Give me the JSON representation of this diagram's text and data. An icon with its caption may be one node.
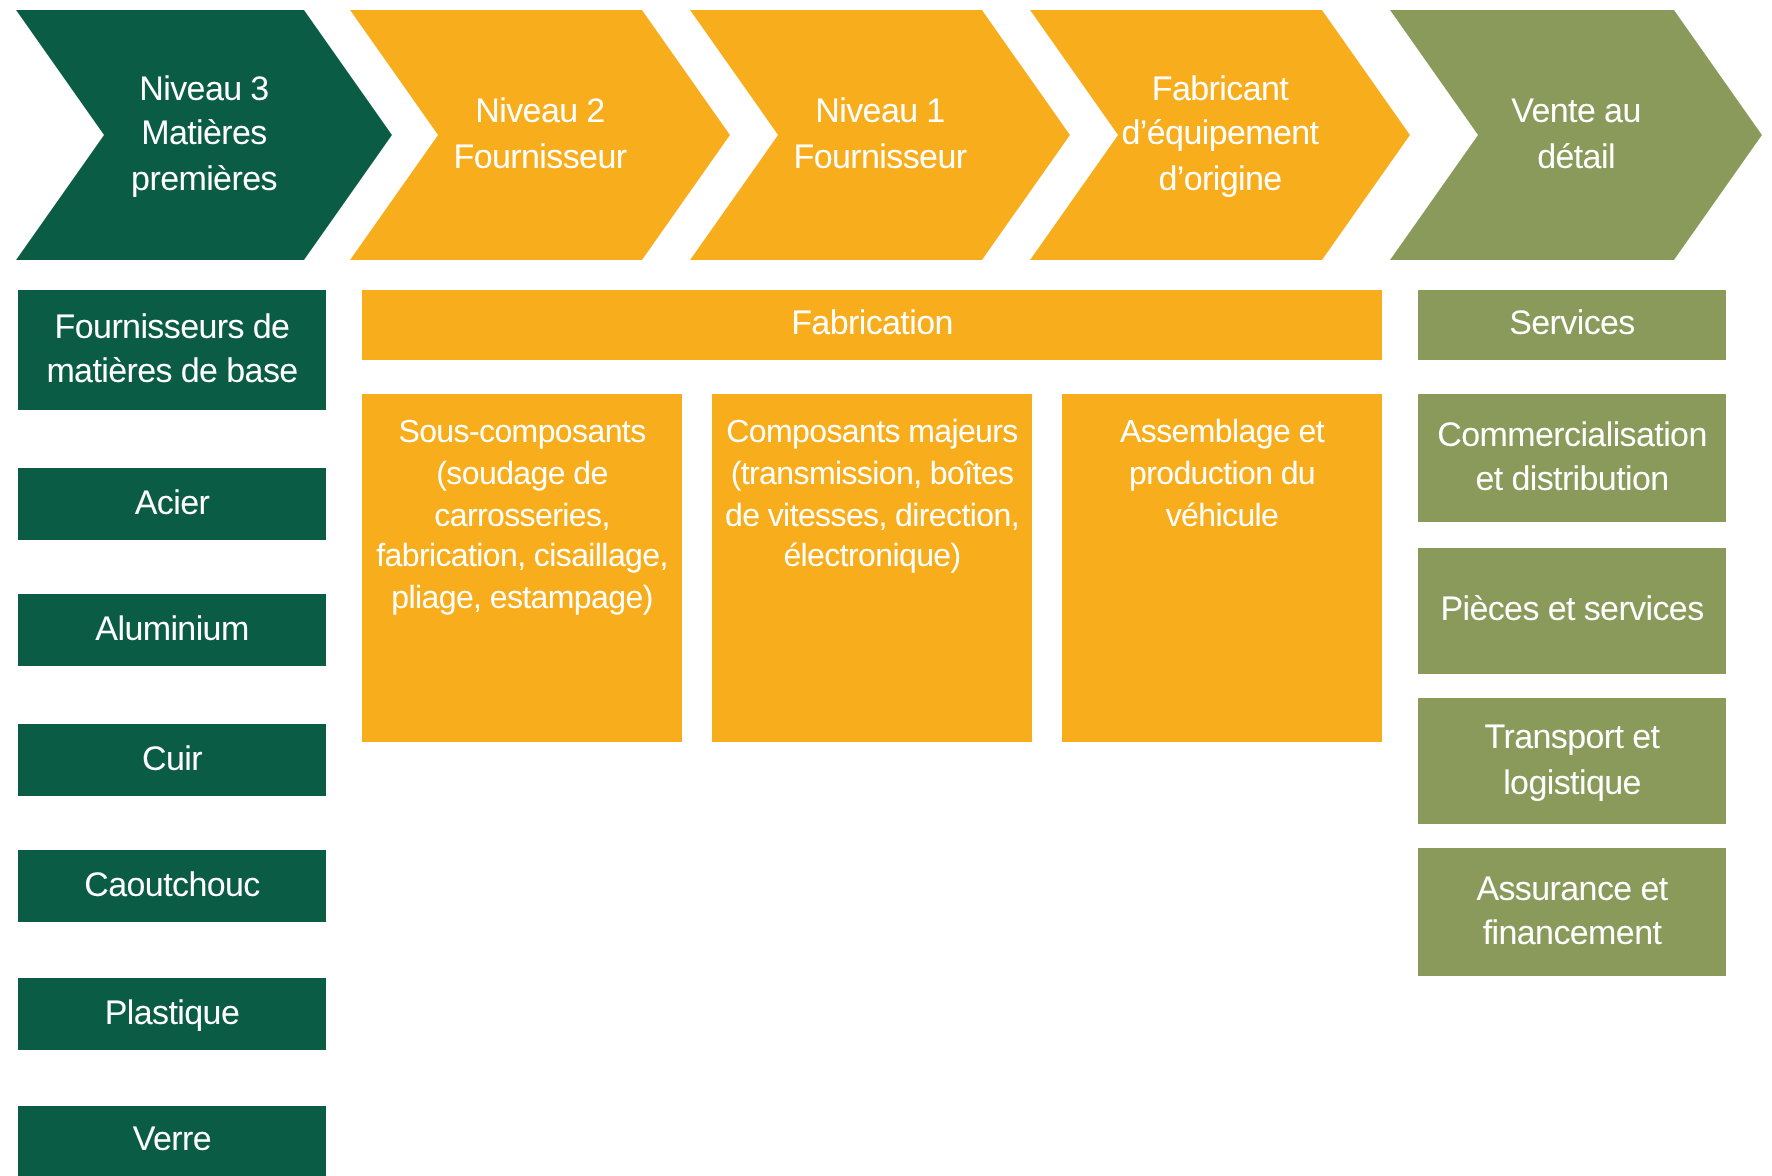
{
  "diagram": {
    "nodes": [
      {
        "text": [
          "Niveau 3 Matières premières"
        ]
      },
      {
        "text": [
          "Niveau 2 Fournisseur"
        ]
      },
      {
        "text": [
          "Niveau 1 Fournisseur"
        ]
      },
      {
        "text": [
          "Fabricant d’équipement d’origine"
        ]
      },
      {
        "text": [
          "Vente au détail"
        ]
      },
      {
        "text": [
          "Fournisseurs de matières de base"
        ]
      },
      {
        "text": [
          "Acier"
        ]
      },
      {
        "text": [
          "Aluminium"
        ]
      },
      {
        "text": [
          "Cuir"
        ]
      },
      {
        "text": [
          "Caoutchouc"
        ]
      },
      {
        "text": [
          "Plastique"
        ]
      },
      {
        "text": [
          "Verre"
        ]
      },
      {
        "text": [
          "Fabrication"
        ]
      },
      {
        "text": [
          "Sous-composants (soudage de carrosseries, fabrication, cisaillage, pliage, estampage)"
        ]
      },
      {
        "text": [
          "Composants majeurs (transmission, boîtes de vitesses, direction, électronique)"
        ]
      },
      {
        "text": [
          "Assemblage et production du véhicule"
        ]
      },
      {
        "text": [
          "Services"
        ]
      },
      {
        "text": [
          "Commercialisation et distribution"
        ]
      },
      {
        "text": [
          "Pièces et services"
        ]
      },
      {
        "text": [
          "Transport et logistique"
        ]
      },
      {
        "text": [
          "Assurance et financement"
        ]
      }
    ],
    "edges": []
  }
}
